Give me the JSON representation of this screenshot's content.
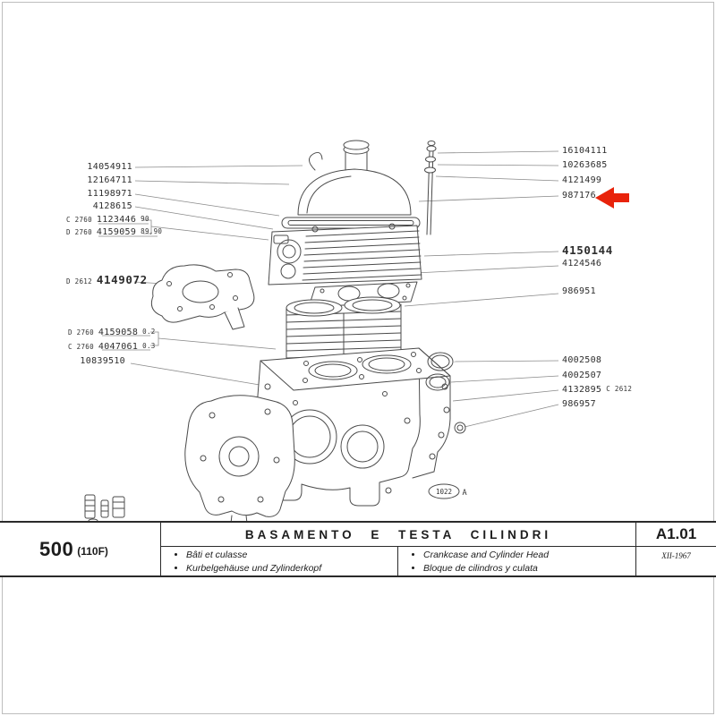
{
  "page": {
    "model": "500",
    "variant": "(110F)",
    "title": "BASAMENTO E TESTA CILINDRI",
    "translations": [
      "Bâti et culasse",
      "Kurbelgehäuse und Zylinderkopf",
      "Crankcase and Cylinder Head",
      "Bloque de cilindros y culata"
    ],
    "page_number": "A1.01",
    "date": "XII-1967"
  },
  "diagram": {
    "marker": {
      "number": "1022",
      "letter": "A"
    },
    "arrow_color": "#e8230b",
    "labels_left": [
      {
        "part": "14054911"
      },
      {
        "part": "12164711"
      },
      {
        "part": "11198971"
      },
      {
        "part": "4128615"
      },
      {
        "code": "C 2760",
        "part": "1123446",
        "note": "90"
      },
      {
        "code": "D 2760",
        "part": "4159059",
        "note": "89,90"
      },
      {
        "code": "D 2612",
        "part": "4149072"
      },
      {
        "code": "D 2760",
        "part": "4159058",
        "note": "0.2"
      },
      {
        "code": "C 2760",
        "part": "4047061",
        "note": "0.3"
      },
      {
        "part": "10839510"
      }
    ],
    "labels_right": [
      {
        "part": "16104111"
      },
      {
        "part": "10263685"
      },
      {
        "part": "4121499"
      },
      {
        "part": "987176"
      },
      {
        "part": "4150144"
      },
      {
        "part": "4124546"
      },
      {
        "part": "986951"
      },
      {
        "part": "4002508"
      },
      {
        "part": "4002507"
      },
      {
        "part": "4132895",
        "code": "C 2612"
      },
      {
        "part": "986957"
      }
    ]
  }
}
